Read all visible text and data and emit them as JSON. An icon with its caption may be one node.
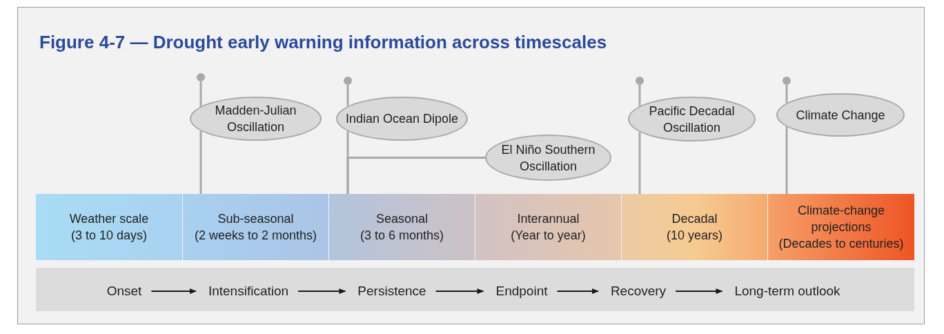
{
  "diagram": {
    "title": "Figure 4-7 — Drought early warning information across timescales",
    "nodes": [
      {
        "text": [],
        "shape": "circle"
      },
      {
        "text": [
          "Madden-Julian Oscillation"
        ]
      },
      {
        "text": [],
        "shape": "circle"
      },
      {
        "text": [
          "Indian Ocean Dipole"
        ]
      },
      {
        "text": [
          "El Niño Southern Oscillation"
        ]
      },
      {
        "text": [],
        "shape": "circle"
      },
      {
        "text": [
          "Pacific Decadal Oscillation"
        ]
      },
      {
        "text": [],
        "shape": "circle"
      },
      {
        "text": [
          "Climate Change"
        ]
      },
      {
        "text": [
          "Weather scale",
          "(3 to 10 days)"
        ]
      },
      {
        "text": [
          "Sub-seasonal",
          "(2 weeks to 2 months)"
        ]
      },
      {
        "text": [
          "Seasonal",
          "(3 to 6 months)"
        ]
      },
      {
        "text": [
          "Interannual",
          "(Year to year)"
        ]
      },
      {
        "text": [
          "Decadal",
          "(10 years)"
        ]
      },
      {
        "text": [
          "Climate-change projections",
          "(Decades to centuries)"
        ]
      },
      {
        "text": [],
        "shape": "bar"
      },
      {
        "text": [
          "Onset"
        ],
        "in": 15
      },
      {
        "text": [
          "Intensification"
        ],
        "in": 15
      },
      {
        "text": [
          "Persistence"
        ],
        "in": 15
      },
      {
        "text": [
          "Endpoint"
        ],
        "in": 15
      },
      {
        "text": [
          "Recovery"
        ],
        "in": 15
      },
      {
        "text": [
          "Long-term outlook"
        ],
        "in": 15
      }
    ],
    "edges": [
      {
        "from": 0,
        "to": 1,
        "arrow": "none"
      },
      {
        "from": 1,
        "to": 10,
        "arrow": "none"
      },
      {
        "from": 2,
        "to": 3,
        "arrow": "none"
      },
      {
        "from": 3,
        "to": 11,
        "arrow": "none"
      },
      {
        "from": 4,
        "to": 11,
        "arrow": "none"
      },
      {
        "from": 5,
        "to": 6,
        "arrow": "none"
      },
      {
        "from": 6,
        "to": 13,
        "arrow": "none"
      },
      {
        "from": 7,
        "to": 8,
        "arrow": "none"
      },
      {
        "from": 8,
        "to": 14,
        "arrow": "none"
      },
      {
        "from": 16,
        "to": 17,
        "arrow": "to",
        "color": "#1a1a1a"
      },
      {
        "from": 17,
        "to": 18,
        "arrow": "to",
        "color": "#1a1a1a"
      },
      {
        "from": 18,
        "to": 19,
        "arrow": "to",
        "color": "#1a1a1a"
      },
      {
        "from": 19,
        "to": 20,
        "arrow": "to",
        "color": "#1a1a1a"
      },
      {
        "from": 20,
        "to": 21,
        "arrow": "to",
        "color": "#1a1a1a"
      }
    ]
  }
}
